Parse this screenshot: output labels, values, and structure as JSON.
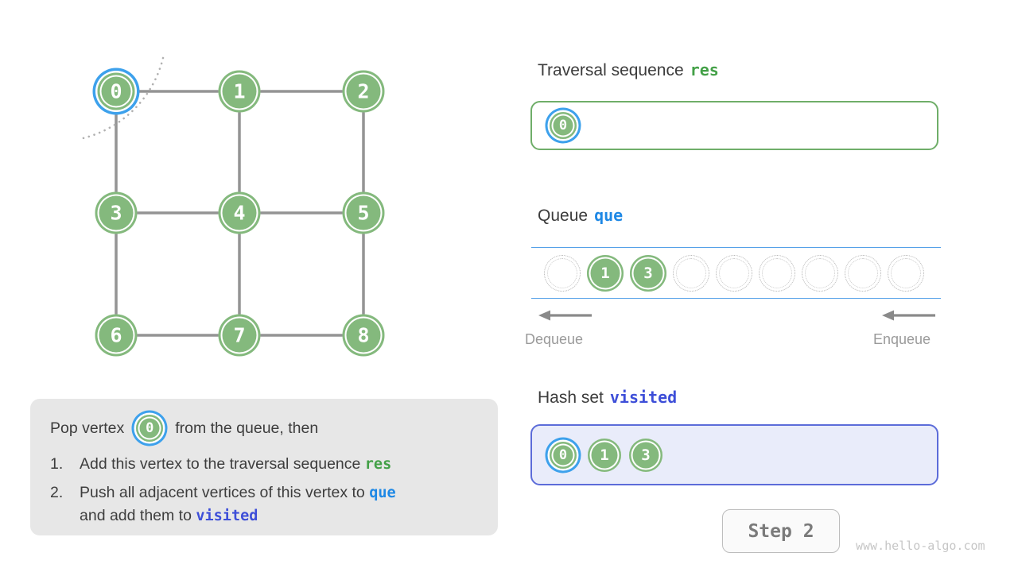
{
  "graph": {
    "vertices": [
      {
        "label": "0",
        "row": 0,
        "col": 0,
        "selected": true
      },
      {
        "label": "1",
        "row": 0,
        "col": 1
      },
      {
        "label": "2",
        "row": 0,
        "col": 2
      },
      {
        "label": "3",
        "row": 1,
        "col": 0
      },
      {
        "label": "4",
        "row": 1,
        "col": 1
      },
      {
        "label": "5",
        "row": 1,
        "col": 2
      },
      {
        "label": "6",
        "row": 2,
        "col": 0
      },
      {
        "label": "7",
        "row": 2,
        "col": 1
      },
      {
        "label": "8",
        "row": 2,
        "col": 2
      }
    ],
    "edges": [
      [
        0,
        1
      ],
      [
        1,
        2
      ],
      [
        3,
        4
      ],
      [
        4,
        5
      ],
      [
        6,
        7
      ],
      [
        7,
        8
      ],
      [
        0,
        3
      ],
      [
        3,
        6
      ],
      [
        1,
        4
      ],
      [
        4,
        7
      ],
      [
        2,
        5
      ],
      [
        5,
        8
      ]
    ]
  },
  "explanation": {
    "intro": {
      "prefix": "Pop vertex",
      "badge": "0",
      "suffix": "from the queue, then"
    },
    "items": [
      {
        "num": "1.",
        "parts": [
          {
            "text": "Add this vertex to the traversal sequence "
          },
          {
            "text": "res",
            "style": "code-green"
          }
        ]
      },
      {
        "num": "2.",
        "parts": [
          {
            "text": "Push all adjacent vertices of this vertex to "
          },
          {
            "text": "que",
            "style": "code-blue"
          },
          {
            "br": true
          },
          {
            "text": "and add them to "
          },
          {
            "text": "visited",
            "style": "code-indigo"
          }
        ]
      }
    ]
  },
  "panels": {
    "traversal": {
      "title": "Traversal sequence",
      "code": "res",
      "items": [
        {
          "label": "0",
          "selected": true
        }
      ]
    },
    "queue": {
      "title": "Queue",
      "code": "que",
      "slots": [
        "",
        "1",
        "3",
        "",
        "",
        "",
        "",
        "",
        ""
      ],
      "dequeue": "Dequeue",
      "enqueue": "Enqueue"
    },
    "visited": {
      "title": "Hash set",
      "code": "visited",
      "items": [
        {
          "label": "0",
          "selected": true
        },
        {
          "label": "1"
        },
        {
          "label": "3"
        }
      ]
    }
  },
  "footer": {
    "step": "Step 2",
    "watermark": "www.hello-algo.com"
  },
  "colors": {
    "vertex_green": "#84b97d",
    "ring_blue": "#3da1ec",
    "code_green": "#43a047",
    "code_blue": "#1e88e5",
    "code_indigo": "#3d4ed8",
    "queue_line_blue": "#55a1e8",
    "edge_gray": "#949494"
  }
}
